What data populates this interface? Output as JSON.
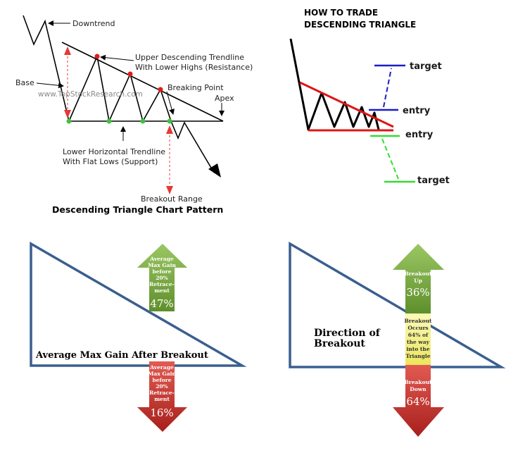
{
  "pattern_panel": {
    "labels": {
      "downtrend": "Downtrend",
      "upper_trendline_1": "Upper Descending Trendline",
      "upper_trendline_2": "With Lower Highs (Resistance)",
      "base": "Base",
      "watermark": "www.TopStockResearch.com",
      "breaking_point": "Breaking Point",
      "apex": "Apex",
      "lower_trendline_1": "Lower Horizontal Trendline",
      "lower_trendline_2": "With Flat Lows (Support)",
      "breakout_range": "Breakout Range"
    },
    "caption": "Descending Triangle Chart Pattern"
  },
  "trade_panel": {
    "title_1": "HOW TO TRADE",
    "title_2": "DESCENDING TRIANGLE",
    "target_up": "target",
    "entry_up": "entry",
    "entry_down": "entry",
    "target_down": "target"
  },
  "gain_panel": {
    "label": "Average Max Gain After Breakout",
    "up_arrow": {
      "lines": [
        "Average",
        "Max Gain",
        "before",
        "20%",
        "Retrace-",
        "ment"
      ],
      "value": "47%"
    },
    "down_arrow": {
      "lines": [
        "Average",
        "Max Gain",
        "before",
        "20%",
        "Retrace-",
        "ment"
      ],
      "value": "16%"
    }
  },
  "direction_panel": {
    "label_1": "Direction of",
    "label_2": "Breakout",
    "up": {
      "lines": [
        "Breakout",
        "Up"
      ],
      "value": "36%"
    },
    "middle": {
      "lines": [
        "Breakout",
        "Occurs",
        "64% of",
        "the way",
        "into the",
        "Triangle"
      ]
    },
    "down": {
      "lines": [
        "Breakout",
        "Down"
      ],
      "value": "64%"
    }
  },
  "colors": {
    "chart_line": "#000000",
    "peak_dot": "#e11b1b",
    "low_dot": "#3cc43c",
    "red_guide": "#e53935",
    "triangle_outline": "#3a5f8f",
    "trade_red": "#e01515",
    "trade_blue": "#1c1cc8",
    "trade_green": "#33dd33",
    "up_arrow_green": "#7fae42",
    "down_arrow_red": "#c9302c",
    "middle_yellow": "#f6f38a"
  }
}
